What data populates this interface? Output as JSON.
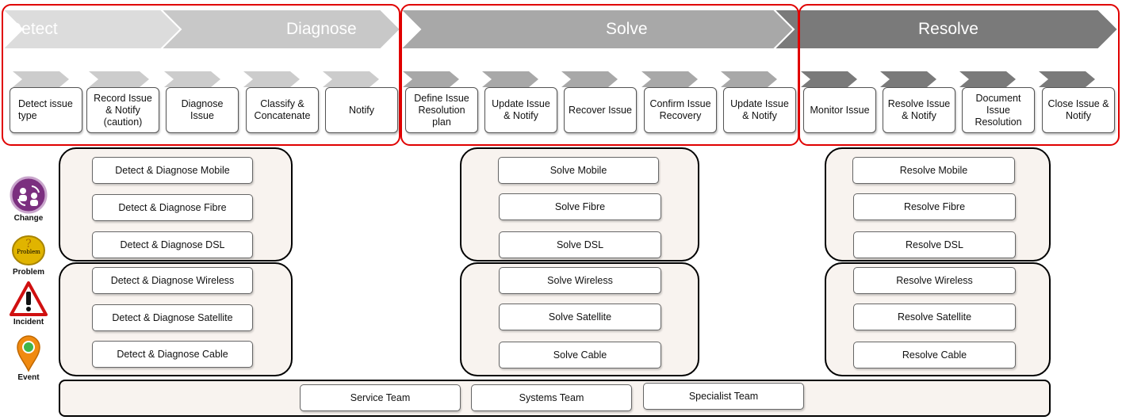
{
  "phases": {
    "detect": "Detect",
    "diagnose": "Diagnose",
    "solve": "Solve",
    "resolve": "Resolve"
  },
  "steps": [
    "Detect issue type",
    "Record Issue & Notify (caution)",
    "Diagnose Issue",
    "Classify & Concatenate",
    "Notify",
    "Define Issue Resolution plan",
    "Update Issue & Notify",
    "Recover Issue",
    "Confirm Issue Recovery",
    "Update Issue & Notify",
    "Monitor Issue",
    "Resolve Issue & Notify",
    "Document Issue Resolution",
    "Close Issue & Notify"
  ],
  "legend": {
    "change": "Change",
    "problem": "Problem",
    "problem_badge": "Problem",
    "incident": "Incident",
    "event": "Event"
  },
  "capabilities": {
    "detect_diagnose": [
      "Detect & Diagnose Mobile",
      "Detect & Diagnose Fibre",
      "Detect & Diagnose DSL",
      "Detect & Diagnose Wireless",
      "Detect & Diagnose Satellite",
      "Detect & Diagnose Cable"
    ],
    "solve": [
      "Solve Mobile",
      "Solve Fibre",
      "Solve DSL",
      "Solve Wireless",
      "Solve Satellite",
      "Solve Cable"
    ],
    "resolve": [
      "Resolve Mobile",
      "Resolve Fibre",
      "Resolve DSL",
      "Resolve Wireless",
      "Resolve Satellite",
      "Resolve Cable"
    ]
  },
  "teams": [
    "Service Team",
    "Systems Team",
    "Specialist Team"
  ],
  "colors": {
    "detect": "#dcdcdc",
    "diagnose": "#c8c8c8",
    "solve": "#a8a8a8",
    "resolve": "#7a7a7a",
    "frame": "#e00000"
  }
}
